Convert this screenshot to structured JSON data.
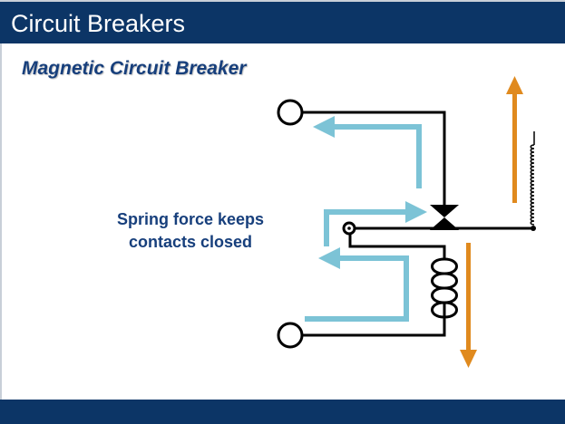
{
  "slide": {
    "title": "Circuit Breakers",
    "subtitle": "Magnetic Circuit Breaker",
    "caption_line1": "Spring force keeps",
    "caption_line2": "contacts closed"
  },
  "colors": {
    "header_bg": "#0c3566",
    "heading_text": "#173f7c",
    "current_arrow": "#7cc3d6",
    "force_arrow": "#e08a1e",
    "wire": "#000000"
  },
  "icons": {
    "terminal": "circle-terminal",
    "coil": "solenoid-coil",
    "spring": "coil-spring",
    "contact": "bow-tie-contact"
  }
}
